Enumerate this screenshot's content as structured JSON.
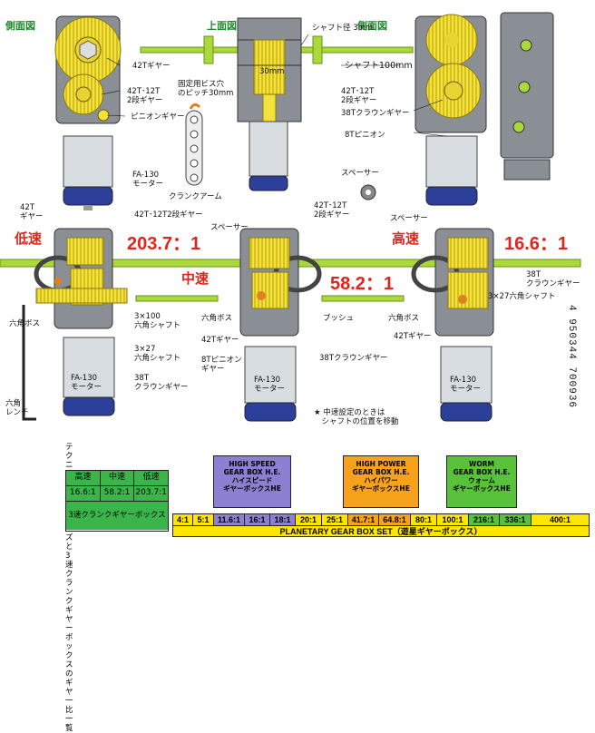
{
  "top": {
    "side_view_left": "側面図",
    "top_view": "上面図",
    "side_view_right": "側面図",
    "shaft_dia": "シャフト径 3mm",
    "shaft_100": "シャフト100mm",
    "dim_30": "30mm",
    "gear42_a": "42Tギヤー",
    "screw_hole": "固定用ビス穴\nのピッチ30mm",
    "gear42_12_a": "42T･12T\n2段ギヤー",
    "pinion_gear": "ピニオンギヤー",
    "motor_a": "FA-130\nモーター",
    "crank_arm": "クランクアーム",
    "gear42_12_b": "42T･12T\n2段ギヤー",
    "crown38_a": "38Tクラウンギヤー",
    "pinion8_a": "8Tピニオン",
    "spacer_a": "スペーサー"
  },
  "mid": {
    "low_speed": "低速",
    "low_ratio": "203.7：1",
    "mid_speed": "中速",
    "mid_ratio": "58.2：1",
    "high_speed": "高速",
    "high_ratio": "16.6：1",
    "gear42_left": "42T\nギヤー",
    "gear42_12_left": "42T･12T2段ギヤー",
    "spacer_mid": "スペーサー",
    "gear42_12_mid": "42T･12T\n2段ギヤー",
    "spacer_right": "スペーサー",
    "crown38_right": "38T\nクラウンギヤー",
    "hex_shaft_327_right": "3×27六角シャフト",
    "hex_boss_left": "六角ボス",
    "hex_shaft_3100": "3×100\n六角シャフト",
    "hex_shaft_327_left": "3×27\n六角シャフト",
    "crown38_left": "38T\nクラウンギヤー",
    "motor_left": "FA-130\nモーター",
    "hex_wrench": "六角\nレンチ",
    "hex_boss_mid": "六角ボス",
    "bush": "ブッシュ",
    "gear42_mid": "42Tギヤー",
    "pinion8_mid": "8Tピニオン\nギヤー",
    "crown38_mid": "38Tクラウンギヤー",
    "motor_mid": "FA-130\nモーター",
    "note": "★ 中速設定のときは\n　シャフトの位置を移動",
    "hex_boss_right": "六角ボス",
    "gear42_right": "42Tギヤー",
    "motor_right": "FA-130\nモーター",
    "barcode": "4 950344 700936"
  },
  "bottom": {
    "series_title": "テクニクラフトシリーズと3速クランク\nギヤーボックスのギヤ一比一覧",
    "headers": [
      "高速",
      "中速",
      "低速"
    ],
    "values": [
      "16.6:1",
      "58.2:1",
      "203.7:1"
    ],
    "crank_box_label": "3速クランクギヤーボックス",
    "high_speed_box": "HIGH SPEED\nGEAR BOX H.E.\nハイスピード\nギヤーボックスHE",
    "high_power_box": "HIGH POWER\nGEAR BOX H.E.\nハイパワー\nギヤーボックスHE",
    "worm_box": "WORM\nGEAR BOX H.E.\nウォーム\nギヤーボックスHE",
    "ratios": [
      "4:1",
      "5:1",
      "11.6:1",
      "16:1",
      "18:1",
      "20:1",
      "25:1",
      "41.7:1",
      "64.8:1",
      "80:1",
      "100:1",
      "216:1",
      "336:1",
      "400:1"
    ],
    "planetary_title": "PLANETARY GEAR BOX SET（遊星ギヤーボックス）"
  },
  "colors": {
    "gear_yellow": "#f2e23a",
    "motor_blue": "#2c3f9a",
    "housing_gray": "#8a8f95",
    "shaft_green": "#a9d93a",
    "red_text": "#e0261c",
    "table_green": "#39b54a",
    "highspeed_purple": "#8d7fd1",
    "highpower_orange": "#f7a21b",
    "worm_green": "#58c23a",
    "planetary_yellow": "#ffe600"
  }
}
